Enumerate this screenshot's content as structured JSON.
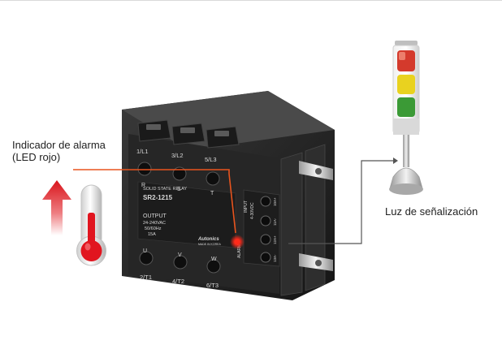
{
  "labels": {
    "alarm_line1": "Indicador de alarma",
    "alarm_line2": "(LED rojo)",
    "signal_light": "Luz de señalización"
  },
  "relay": {
    "terminals_top": [
      "1/L1",
      "3/L2",
      "5/L3"
    ],
    "terminals_top_letters": [
      "R",
      "S",
      "T"
    ],
    "terminals_bottom": [
      "2/T1",
      "4/T2",
      "6/T3"
    ],
    "terminals_bottom_letters": [
      "U",
      "V",
      "W"
    ],
    "title": "SOLID STATE RELAY",
    "model": "SR2-1215",
    "output_label": "OUTPUT",
    "output_voltage": "24-240VAC",
    "output_freq": "50/60Hz",
    "output_current": "15A",
    "brand": "Autonics",
    "origin": "MADE IN KOREA",
    "input_label": "INPUT",
    "input_voltage": "4-30VDC",
    "alarm_text": "ALARM",
    "side_terminals": [
      "10A+",
      "11A-",
      "12A+",
      "13A-"
    ]
  },
  "colors": {
    "connector_line": "#e8541e",
    "signal_line": "#555555",
    "led_red": "#ff2a1a",
    "arrow_red": "#d9141b",
    "thermo_red": "#e1151f"
  }
}
